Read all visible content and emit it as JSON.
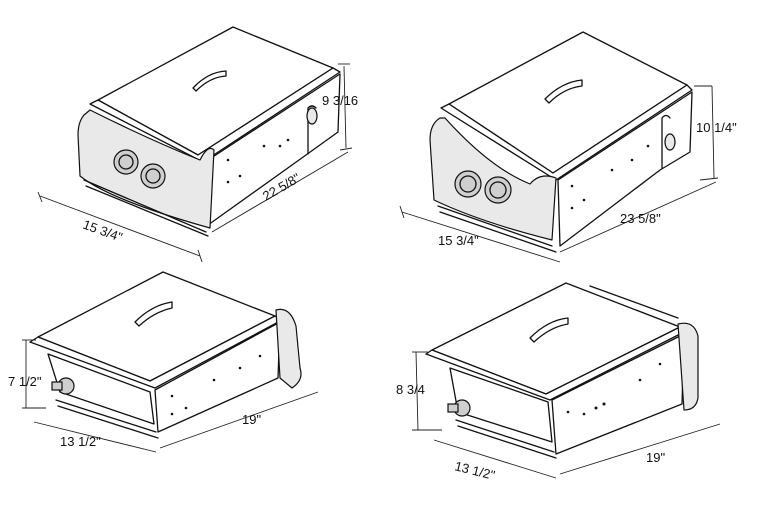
{
  "colors": {
    "line": "#111111",
    "background": "#ffffff",
    "panel_shade": "#e9e9e9",
    "knob_shade": "#cfcfcf"
  },
  "units": {
    "top_left": {
      "height": "9 3/16",
      "depth": "22 5/8\"",
      "width": "15 3/4\""
    },
    "top_right": {
      "height": "10 1/4\"",
      "depth": "23 5/8\"",
      "width": "15 3/4\""
    },
    "bottom_left": {
      "height": "7 1/2\"",
      "depth": "19\"",
      "width": "13 1/2\""
    },
    "bottom_right": {
      "height": "8 3/4",
      "depth": "19\"",
      "width": "13 1/2\""
    }
  }
}
